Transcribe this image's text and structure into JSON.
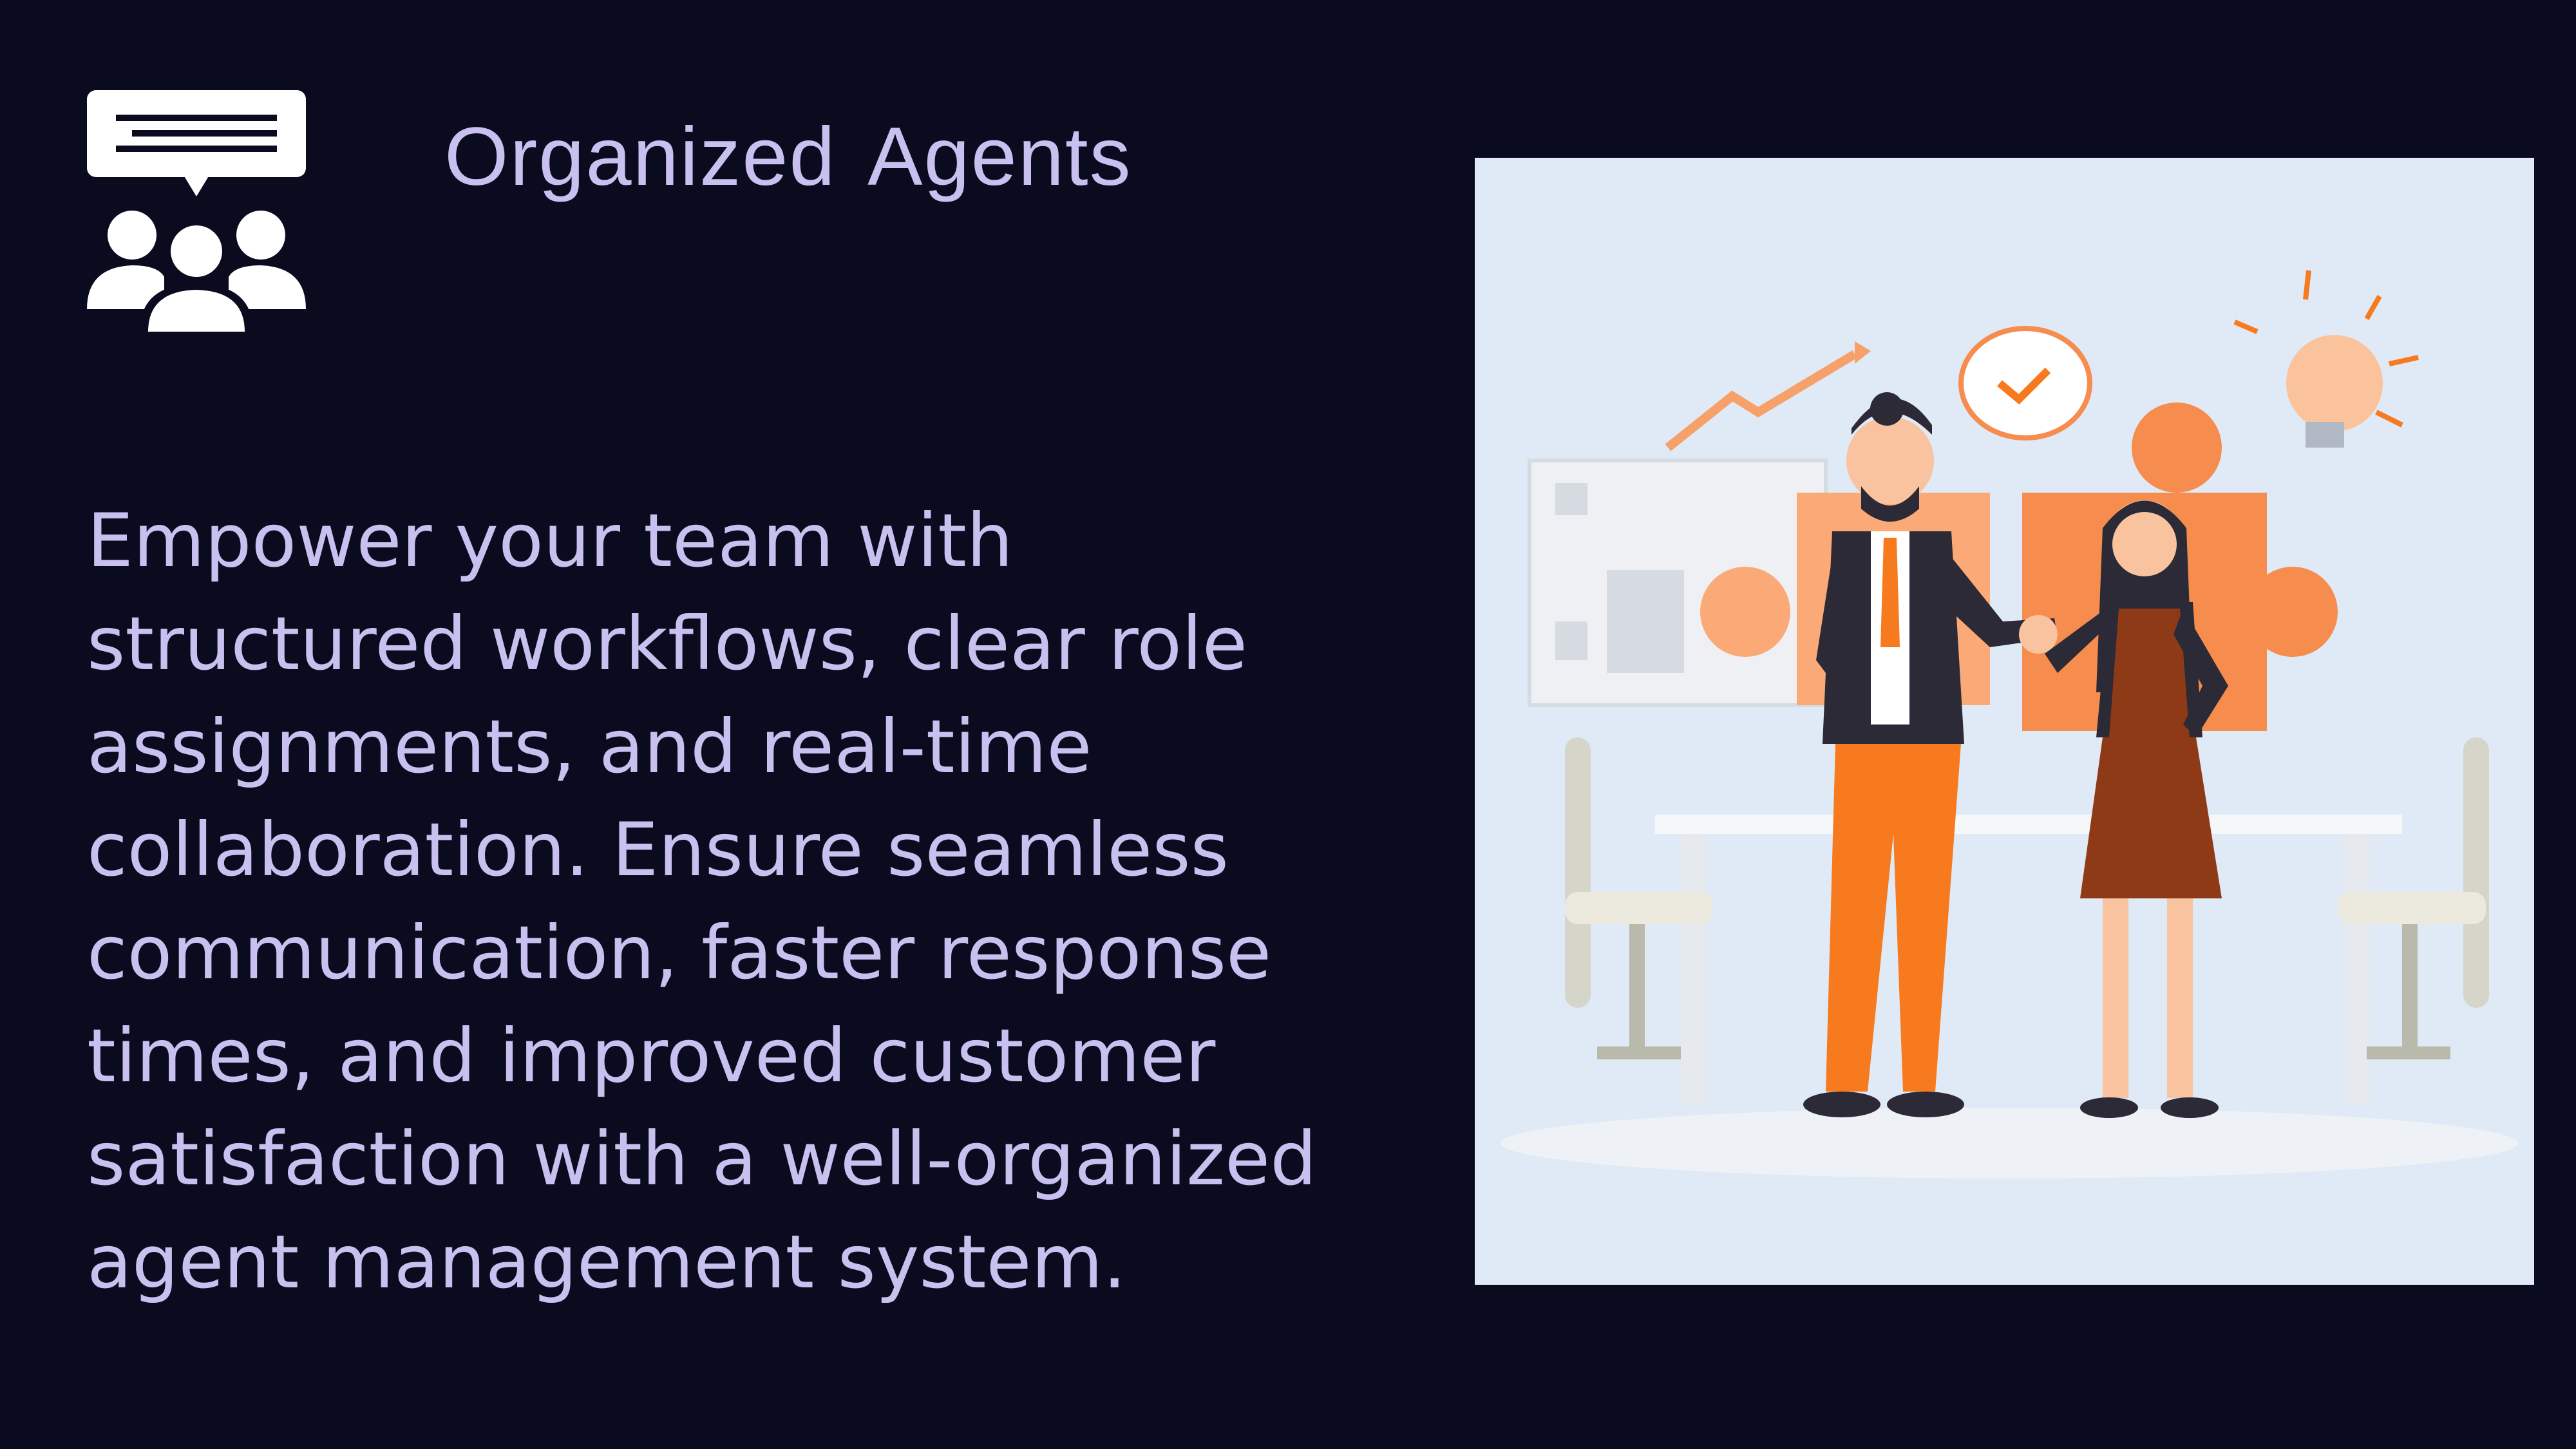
{
  "header": {
    "title": "Organized Agents",
    "icon": "team-chat-icon"
  },
  "main": {
    "description": "Empower your team with structured workflows, clear role assignments, and real-time collaboration. Ensure seamless communication, faster response times, and improved customer satisfaction with a well-organized agent management system."
  },
  "illustration": {
    "subject": "two-people-handshake-illustration"
  },
  "colors": {
    "background": "#0b0b1f",
    "text": "#c8c0ef",
    "illustration_bg": "#dfeaf6",
    "accent_orange": "#f77a1e"
  }
}
